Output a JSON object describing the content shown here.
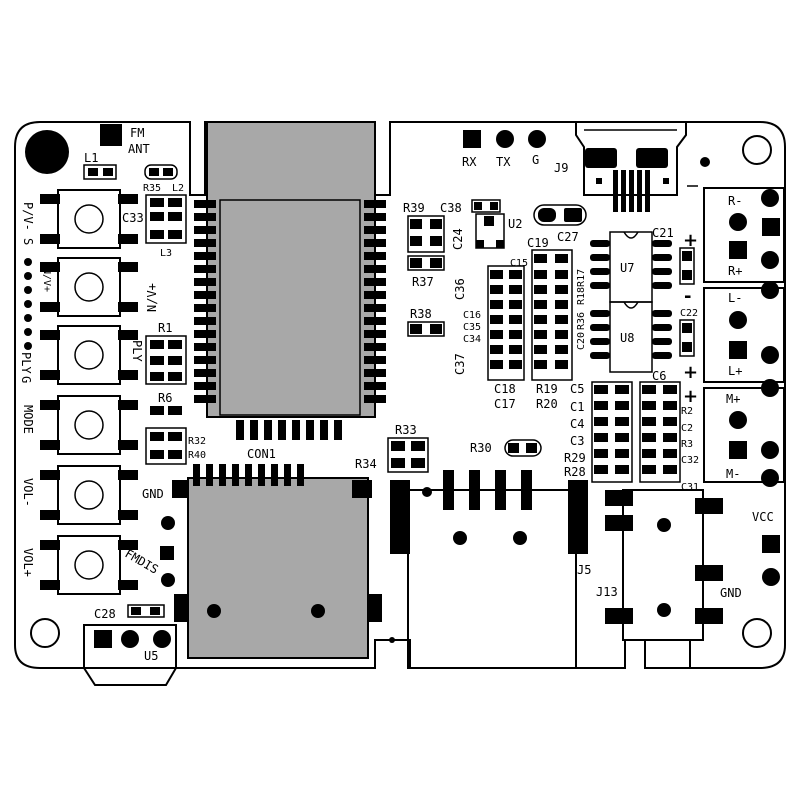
{
  "labels": {
    "fm": "FM",
    "ant": "ANT",
    "l1": "L1",
    "l2": "L2",
    "l3": "L3",
    "r35": "R35",
    "c33": "C33",
    "pv_minus": "P/V-",
    "s": "S",
    "nv_plus_a": "N/V+",
    "nv_plus_b": "N/V+",
    "ply_a": "PLY",
    "ply_b": "PLY",
    "g": "G",
    "mode": "MODE",
    "vol_minus": "VOL-",
    "vol_plus": "VOL+",
    "gnd_left": "GND",
    "fmdis": "FMDIS",
    "c28": "C28",
    "u5": "U5",
    "r1": "R1",
    "r6": "R6",
    "r32": "R32",
    "r40": "R40",
    "con1": "CON1",
    "rx": "RX",
    "tx": "TX",
    "g_top": "G",
    "j9": "J9",
    "r39": "R39",
    "c38": "C38",
    "u2": "U2",
    "c24": "C24",
    "c27": "C27",
    "c15": "C15",
    "c19": "C19",
    "r37": "R37",
    "c36": "C36",
    "r18r17": "R18R17",
    "r36": "R36",
    "c20": "C20",
    "r38": "R38",
    "c16": "C16",
    "c35": "C35",
    "c34": "C34",
    "c37": "C37",
    "c18": "C18",
    "c17": "C17",
    "r19": "R19",
    "r20": "R20",
    "u7": "U7",
    "u8": "U8",
    "c21": "C21",
    "c22": "C22",
    "r_minus": "R-",
    "r_plus": "R+",
    "l_minus": "L-",
    "l_plus": "L+",
    "m_plus": "M+",
    "m_minus": "M-",
    "c5": "C5",
    "c6": "C6",
    "c1": "C1",
    "c4": "C4",
    "c3": "C3",
    "r2": "R2",
    "c2": "C2",
    "r3": "R3",
    "r29": "R29",
    "r28": "R28",
    "c32": "C32",
    "c31": "C31",
    "r33": "R33",
    "r30": "R30",
    "r34": "R34",
    "j5": "J5",
    "j13": "J13",
    "vcc": "VCC",
    "gnd_right": "GND",
    "plus1": "+",
    "minus1": "-",
    "plus2": "+",
    "minus2": "-",
    "plus3": "+"
  }
}
